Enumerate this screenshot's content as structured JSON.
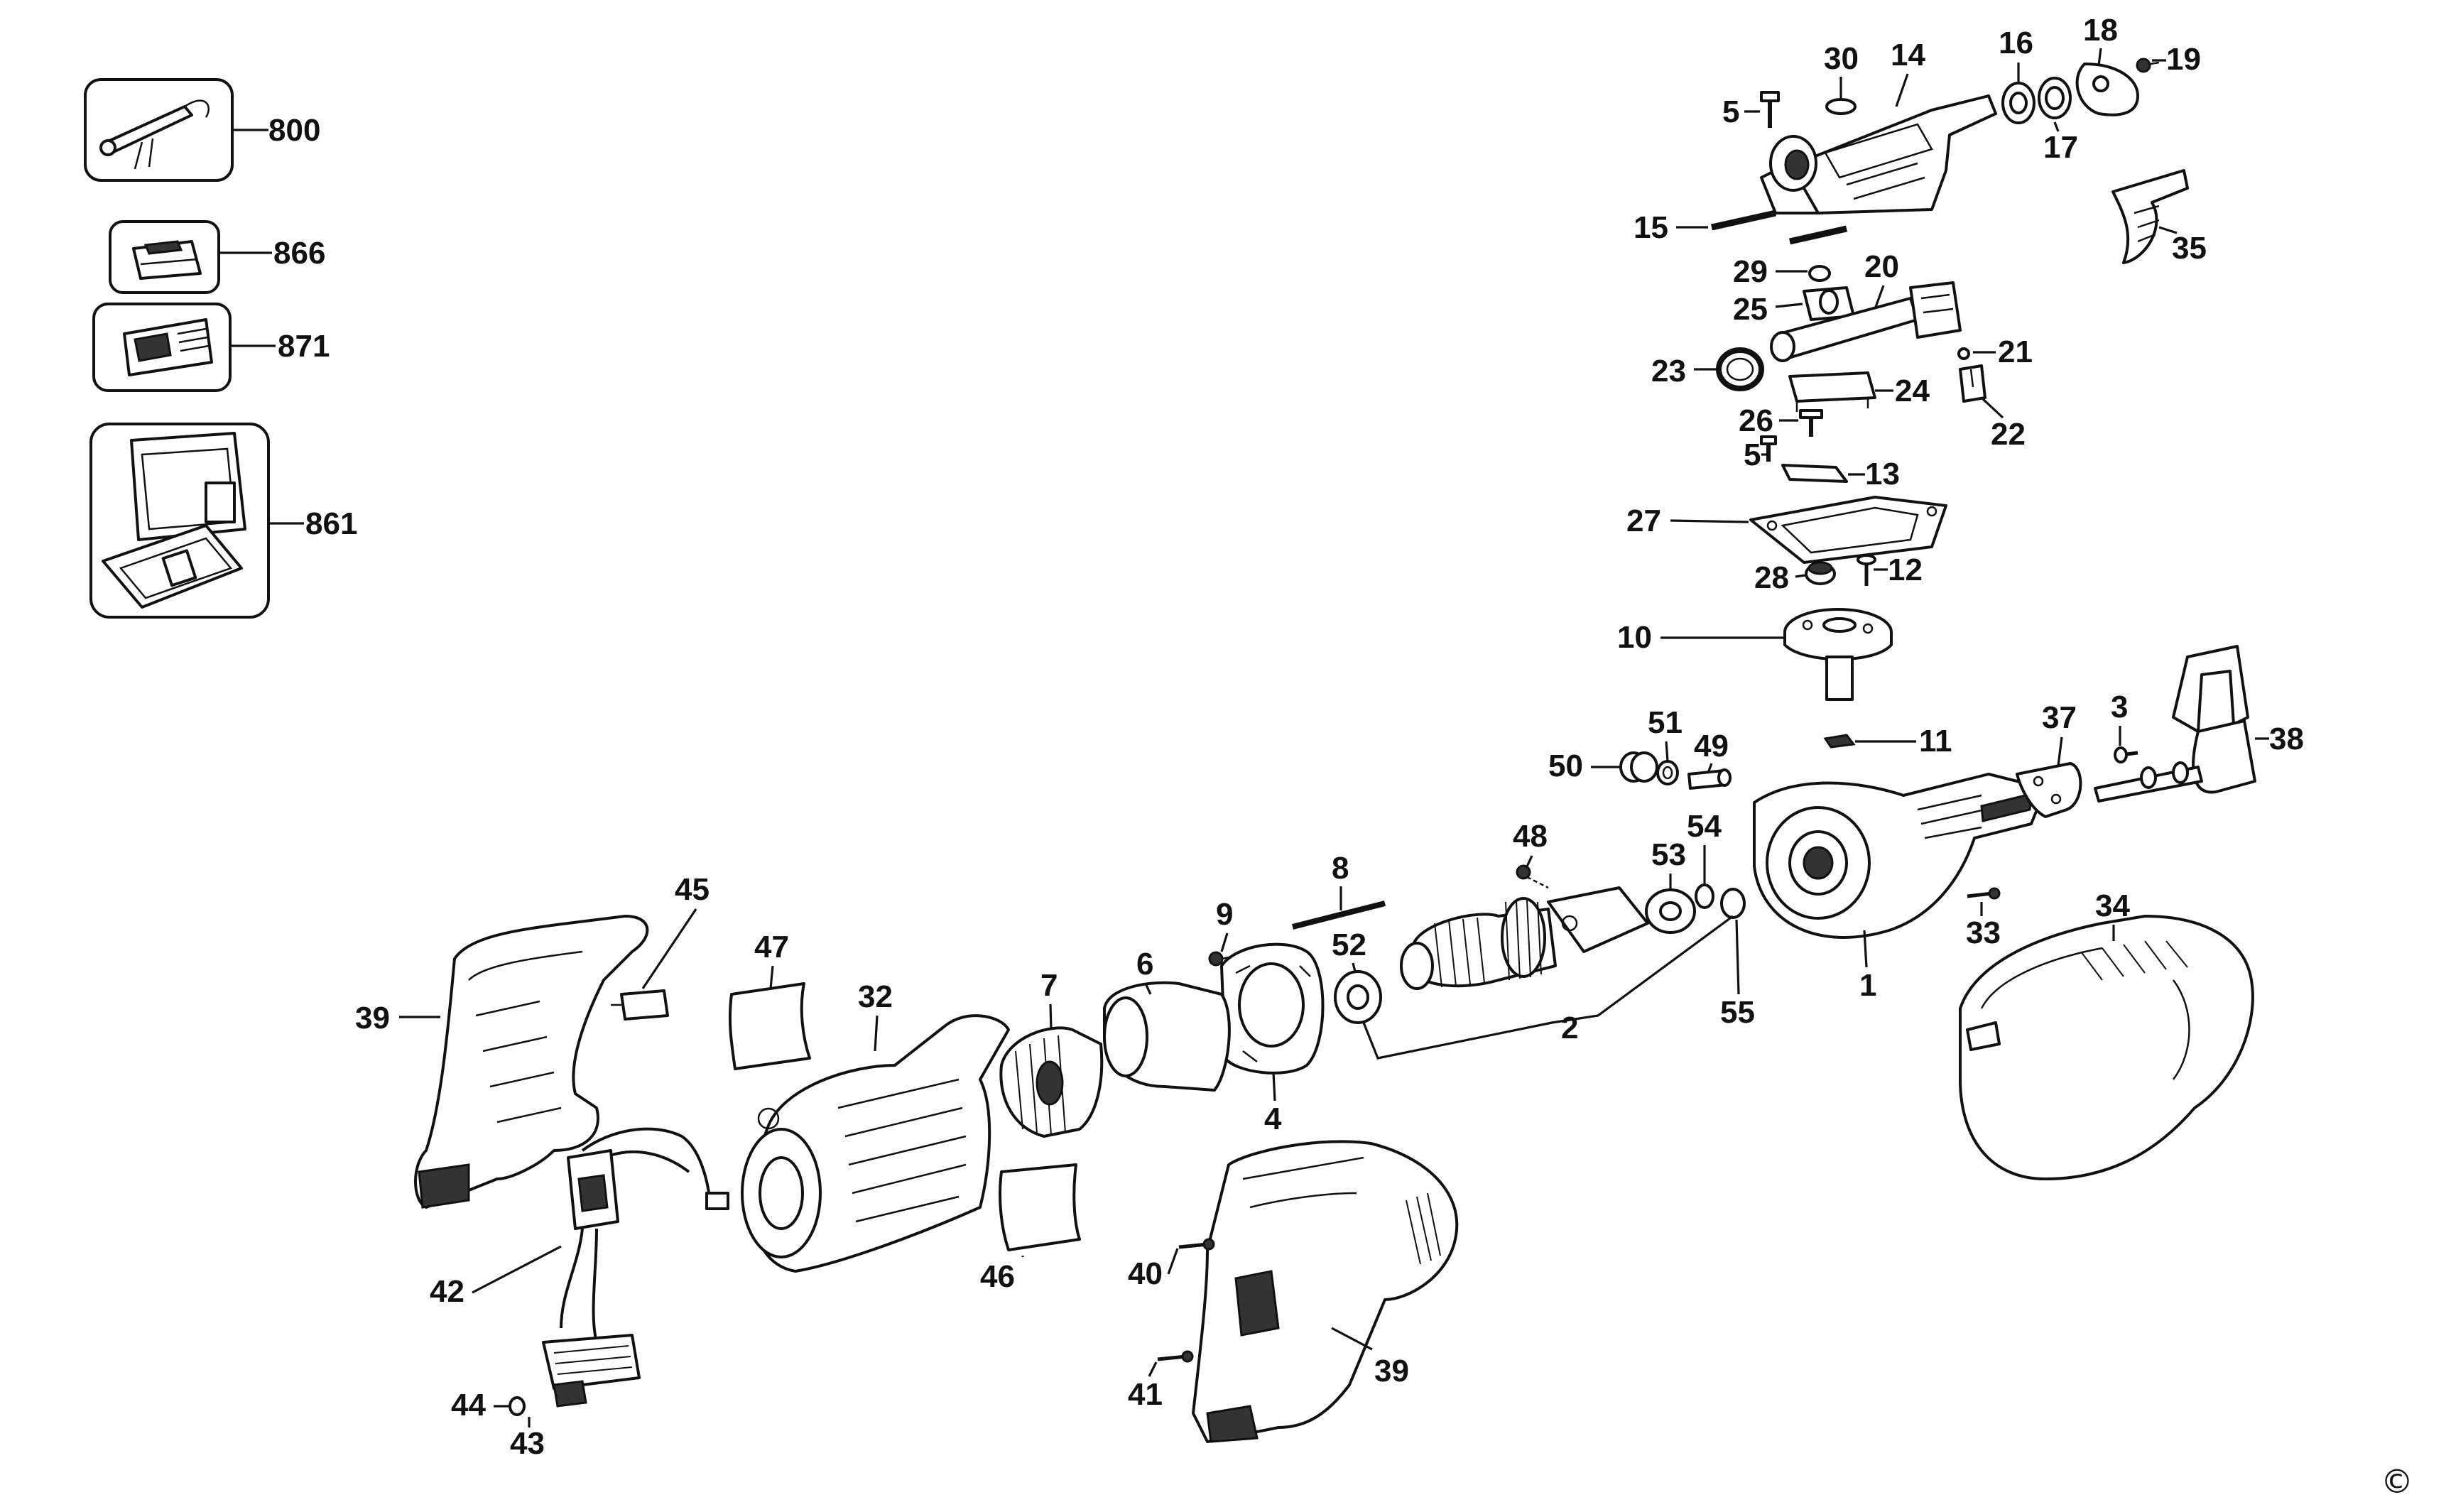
{
  "diagram": {
    "kind": "exploded-parts-view",
    "copyright_symbol": "©",
    "accessory_labels": [
      "800",
      "866",
      "871",
      "861"
    ],
    "part_labels": {
      "p1": "1",
      "p2": "2",
      "p3": "3",
      "p4": "4",
      "p5a": "5",
      "p5b": "5",
      "p6": "6",
      "p7": "7",
      "p8": "8",
      "p9": "9",
      "p10": "10",
      "p11": "11",
      "p12": "12",
      "p13": "13",
      "p14": "14",
      "p15": "15",
      "p16": "16",
      "p17": "17",
      "p18": "18",
      "p19": "19",
      "p20": "20",
      "p21": "21",
      "p22": "22",
      "p23": "23",
      "p24": "24",
      "p25": "25",
      "p26": "26",
      "p27": "27",
      "p28": "28",
      "p29": "29",
      "p30": "30",
      "p32": "32",
      "p33": "33",
      "p34": "34",
      "p35": "35",
      "p37": "37",
      "p38": "38",
      "p39a": "39",
      "p39b": "39",
      "p40": "40",
      "p41": "41",
      "p42": "42",
      "p43": "43",
      "p44": "44",
      "p45": "45",
      "p46": "46",
      "p47": "47",
      "p48": "48",
      "p49": "49",
      "p50": "50",
      "p51": "51",
      "p52": "52",
      "p53": "53",
      "p54": "54",
      "p55": "55"
    }
  }
}
